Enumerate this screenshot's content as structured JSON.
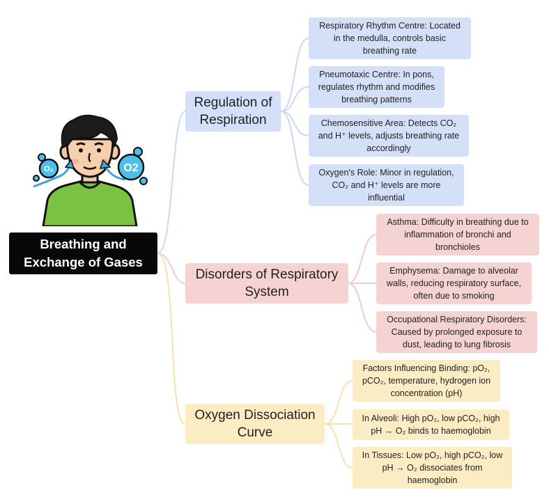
{
  "root": {
    "line1": "Breathing and",
    "line2": "Exchange of Gases"
  },
  "icon": {
    "o2_small": "O₂",
    "o2_large": "O2"
  },
  "branches": [
    {
      "title_l1": "Regulation of",
      "title_l2": "Respiration",
      "color": "#d3e0f8",
      "link_color": "#c9d9f3",
      "items": [
        {
          "l1": "Respiratory Rhythm Centre: Located",
          "l2": "in the medulla, controls basic",
          "l3": "breathing rate"
        },
        {
          "l1": "Pneumotaxic Centre: In pons,",
          "l2": "regulates rhythm and modifies",
          "l3": "breathing patterns"
        },
        {
          "l1": "Chemosensitive Area: Detects CO₂",
          "l2": "and H⁺ levels, adjusts breathing rate",
          "l3": "accordingly"
        },
        {
          "l1": "Oxygen's Role: Minor in regulation,",
          "l2": "CO₂ and H⁺ levels are more",
          "l3": "influential"
        }
      ]
    },
    {
      "title_l1": "Disorders of Respiratory",
      "title_l2": "System",
      "color": "#f6d3d3",
      "link_color": "#f2caca",
      "items": [
        {
          "l1": "Asthma: Difficulty in breathing due to",
          "l2": "inflammation of bronchi and",
          "l3": "bronchioles"
        },
        {
          "l1": "Emphysema: Damage to alveolar",
          "l2": "walls, reducing respiratory surface,",
          "l3": "often due to smoking"
        },
        {
          "l1": "Occupational Respiratory Disorders:",
          "l2": "Caused by prolonged exposure to",
          "l3": "dust, leading to lung fibrosis"
        }
      ]
    },
    {
      "title_l1": "Oxygen Dissociation",
      "title_l2": "Curve",
      "color": "#fbecc4",
      "link_color": "#f7e2a8",
      "items": [
        {
          "l1": "Factors Influencing Binding: pO₂,",
          "l2": "pCO₂, temperature, hydrogen ion",
          "l3": "concentration (pH)"
        },
        {
          "l1": "In Alveoli: High pO₂, low pCO₂, high",
          "l2": "pH → O₂ binds to haemoglobin"
        },
        {
          "l1": "In Tissues: Low pO₂, high pCO₂, low",
          "l2": "pH → O₂ dissociates from",
          "l3": "haemoglobin"
        }
      ]
    }
  ]
}
